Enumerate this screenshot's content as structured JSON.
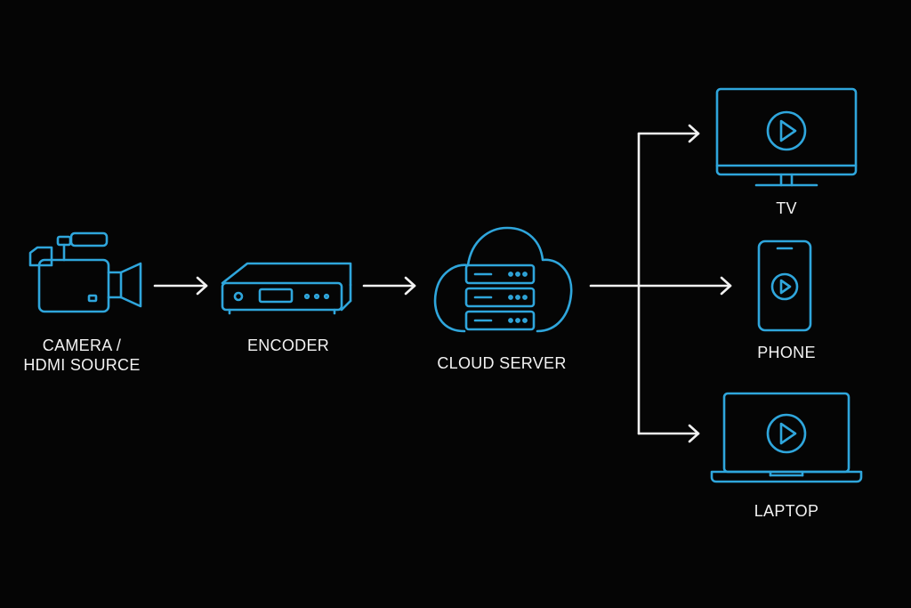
{
  "colors": {
    "background": "#050505",
    "icon": "#2fa6dc",
    "arrow": "#f2f2f2",
    "label": "#f2f2f2"
  },
  "nodes": {
    "camera": {
      "icon": "video-camera-icon",
      "label_line1": "CAMERA /",
      "label_line2": "HDMI SOURCE"
    },
    "encoder": {
      "icon": "encoder-box-icon",
      "label": "ENCODER"
    },
    "cloud": {
      "icon": "cloud-server-icon",
      "label": "CLOUD SERVER"
    },
    "tv": {
      "icon": "tv-icon",
      "label": "TV"
    },
    "phone": {
      "icon": "phone-icon",
      "label": "PHONE"
    },
    "laptop": {
      "icon": "laptop-icon",
      "label": "LAPTOP"
    }
  },
  "edges": [
    {
      "from": "camera",
      "to": "encoder"
    },
    {
      "from": "encoder",
      "to": "cloud"
    },
    {
      "from": "cloud",
      "to": "tv"
    },
    {
      "from": "cloud",
      "to": "phone"
    },
    {
      "from": "cloud",
      "to": "laptop"
    }
  ]
}
